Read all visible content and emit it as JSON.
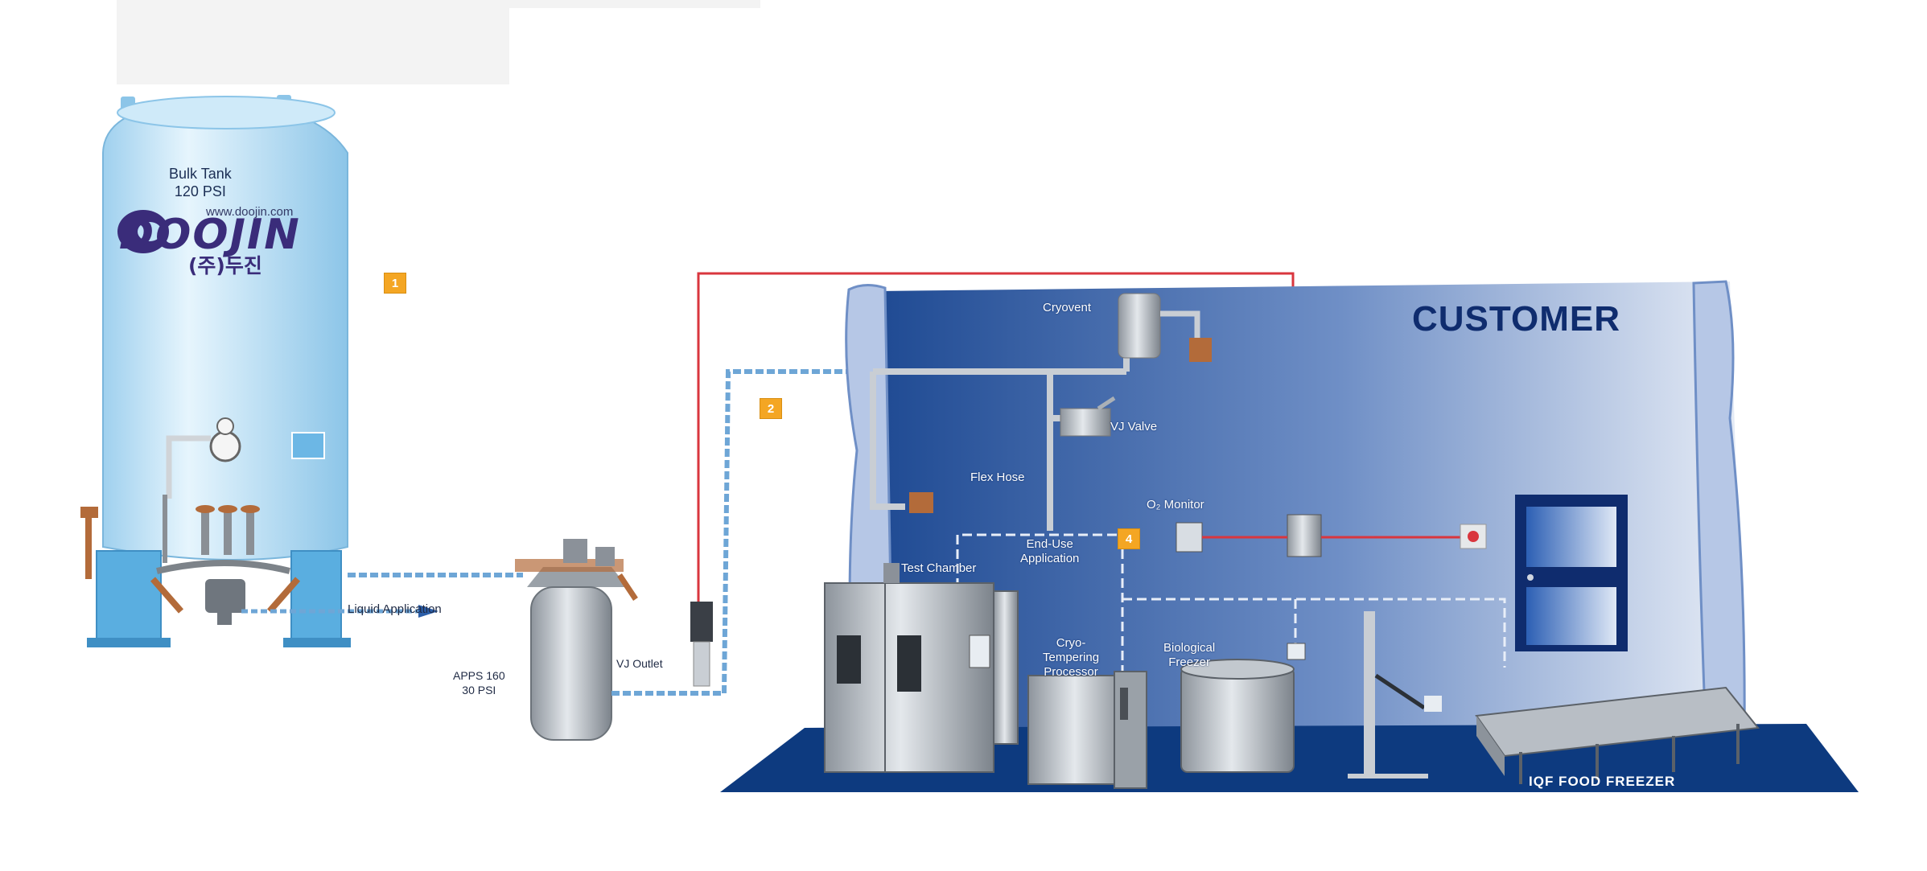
{
  "brand": {
    "url": "www.doojin.com",
    "name": "DOOJIN",
    "korean": "(주)두진"
  },
  "bulk_tank": {
    "label_line1": "Bulk Tank",
    "label_line2": "120 PSI"
  },
  "apps": {
    "label_line1": "APPS 160",
    "label_line2": "30 PSI"
  },
  "labels": {
    "liquid_application": "Liquid Application",
    "vj_outlet": "VJ Outlet",
    "cryovent": "Cryovent",
    "vj_valve": "VJ Valve",
    "flex_hose": "Flex Hose",
    "o2_monitor": "O₂ Monitor",
    "end_use_line1": "End-Use",
    "end_use_line2": "Application",
    "test_chamber": "Test Chamber",
    "cryo_line1": "Cryo-",
    "cryo_line2": "Tempering",
    "cryo_line3": "Processor",
    "bio_line1": "Biological",
    "bio_line2": "Freezer",
    "customer": "CUSTOMER",
    "iqf": "IQF FOOD FREEZER"
  },
  "badges": [
    "1",
    "2",
    "4"
  ],
  "colors": {
    "tank": "#bfe3f7",
    "customer_blue": "#0f2c6e",
    "pipe_red": "#d9363e",
    "pipe_blue": "#6ea6d6",
    "badge": "#f4a623",
    "floor": "#0d3a7f"
  }
}
